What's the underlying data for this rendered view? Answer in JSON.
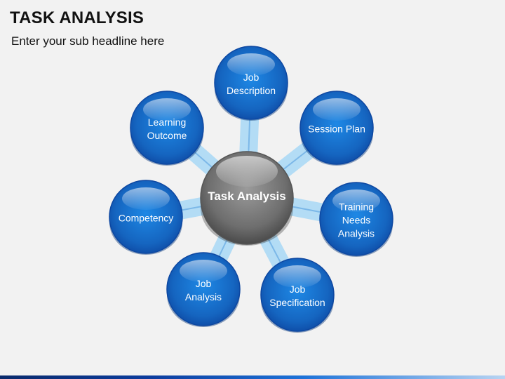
{
  "header": {
    "title": "TASK ANALYSIS",
    "subtitle": "Enter your sub headline here"
  },
  "diagram": {
    "center": {
      "label": "Task Analysis",
      "color": "#6e6e6e"
    },
    "node_color": "#1565c0",
    "connector_color": "#b3dcf5",
    "nodes": [
      {
        "label": "Job\nDescription"
      },
      {
        "label": "Session Plan"
      },
      {
        "label": "Training\nNeeds\nAnalysis"
      },
      {
        "label": "Job\nSpecification"
      },
      {
        "label": "Job\nAnalysis"
      },
      {
        "label": "Competency"
      },
      {
        "label": "Learning\nOutcome"
      }
    ]
  },
  "footer": {
    "accent": "#0d3d9e"
  }
}
